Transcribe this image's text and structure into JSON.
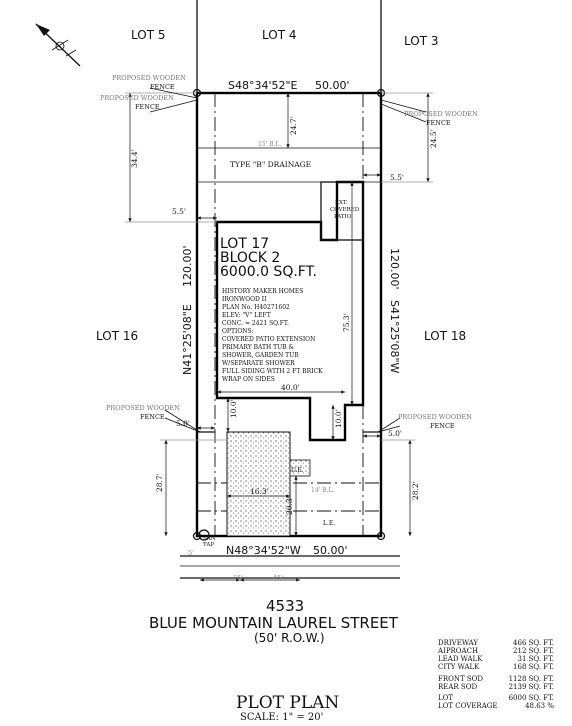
{
  "lots": {
    "lot5": "LOT 5",
    "lot4": "LOT 4",
    "lot3": "LOT 3",
    "lot16": "LOT 16",
    "lot18": "LOT 18"
  },
  "bearings": {
    "top": "S48°34'52\"E",
    "top_len": "50.00'",
    "bottom": "N48°34'52\"W",
    "bottom_len": "50.00'",
    "left": "N41°25'08\"E",
    "left_len": "120.00'",
    "right": "S41°25'08\"W",
    "right_len": "120.00'"
  },
  "fence_labels": {
    "proposed": "PROPOSED WOODEN",
    "fence": "FENCE"
  },
  "lot_info": {
    "lot": "LOT 17",
    "block": "BLOCK 2",
    "area": "6000.0 SQ.FT."
  },
  "house_notes": [
    "HISTORY MAKER HOMES",
    "IRONWOOD II",
    "PLAN No. H40271602",
    "ELEV: \"V\" LEFT",
    "CONC. = 2421 SQ.FT.",
    "OPTIONS:",
    "COVERED PATIO EXTENSION",
    "PRIMARY BATH TUB &",
    "SHOWER, GARDEN TUB",
    "W/SEPARATE SHOWER",
    "FULL SIDING WITH 2 FT BRICK",
    "WRAP ON SIDES"
  ],
  "easements": {
    "drainage": "TYPE \"B\" DRAINAGE",
    "patio_line1": "EXT.",
    "patio_line2": "COVERED",
    "patio_line3": "PATIO",
    "ble_top": "15' B.L.",
    "ble_front": "14' B.L.",
    "le": "L.E.",
    "ue": "U.E.",
    "san_tap1": "SAN",
    "san_tap2": "TAP"
  },
  "dimensions": {
    "d24_7": "24.7'",
    "d24_5": "24.5'",
    "d34_4": "34.4'",
    "d5_5_right": "5.5'",
    "d5_5_left": "5.5'",
    "d75_3": "75.3'",
    "d40_0": "40.0'",
    "d10_0_left": "10.0'",
    "d10_0_right": "10.0'",
    "d5_0_left": "5.0'",
    "d5_0_right": "5.0'",
    "d28_7": "28.7'",
    "d28_2": "28.2'",
    "d20_3": "20.3'",
    "d16_3": "16.3'",
    "d5_walk": "5'",
    "d15": "15'",
    "d45": "45'"
  },
  "street": {
    "number": "4533",
    "name": "BLUE MOUNTAIN LAUREL STREET",
    "row": "(50' R.O.W.)"
  },
  "area_table": [
    {
      "label": "DRIVEWAY",
      "value": "466 SQ. FT."
    },
    {
      "label": "AIPROACH",
      "value": "212 SQ. FT."
    },
    {
      "label": "LEAD WALK",
      "value": "31 SQ. FT."
    },
    {
      "label": "CITY WALK",
      "value": "168 SQ. FT."
    },
    {
      "label": "FRONT SOD",
      "value": "1128 SQ. FT."
    },
    {
      "label": "REAR SOD",
      "value": "2139 SQ. FT."
    },
    {
      "label": "LOT",
      "value": "6000 SQ. FT."
    },
    {
      "label": "LOT COVERAGE",
      "value": "48.63 %"
    }
  ],
  "title": {
    "main": "PLOT PLAN",
    "scale": "SCALE: 1\" = 20'"
  }
}
